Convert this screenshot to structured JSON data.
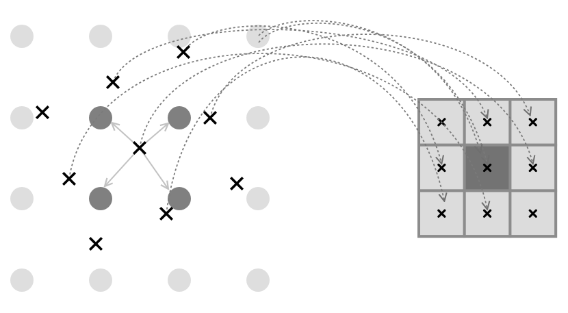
{
  "colors": {
    "background": "#ffffff",
    "grid_point": "#dedede",
    "grid_point_active": "#808080",
    "sample_mark": "#000000",
    "neighbor_arrow": "#c2c2c2",
    "mapping_curve": "#7a7a7a",
    "cell_fill": "#dcdcdc",
    "cell_center_fill": "#737373",
    "cell_border": "#8c8c8c"
  },
  "grid": {
    "rows": 4,
    "cols": 4,
    "active_points": [
      [
        1,
        1
      ],
      [
        1,
        2
      ],
      [
        2,
        1
      ],
      [
        2,
        2
      ]
    ]
  },
  "kernel": {
    "rows": 3,
    "cols": 3,
    "center_cell": [
      1,
      1
    ]
  },
  "icons": {
    "sample": "cross-mark-icon",
    "kernel_sample": "small-cross-icon"
  }
}
